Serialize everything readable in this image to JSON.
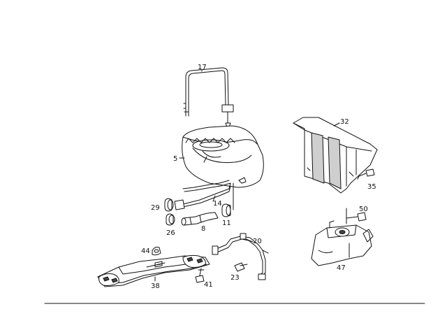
{
  "callouts": {
    "c17": "17",
    "c5": "5",
    "c32": "32",
    "c35": "35",
    "c29": "29",
    "c14": "14",
    "c26": "26",
    "c8": "8",
    "c11": "11",
    "c50": "50",
    "c20": "20",
    "c44": "44",
    "c47": "47",
    "c23": "23",
    "c38": "38",
    "c41": "41"
  }
}
